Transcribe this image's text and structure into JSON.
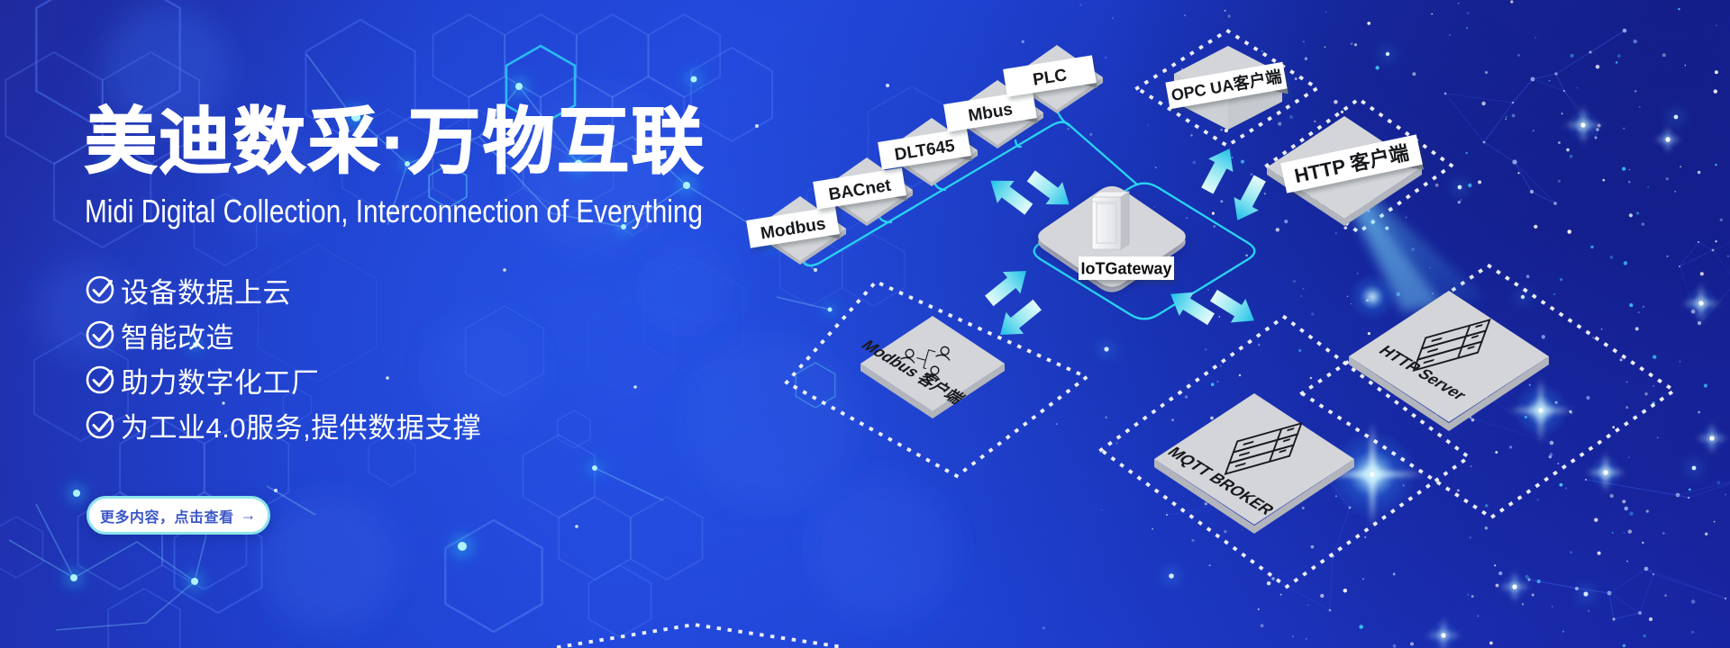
{
  "hero": {
    "title": "美迪数采·万物互联",
    "subtitle": "Midi Digital Collection, Interconnection of Everything",
    "features": [
      {
        "label": "设备数据上云"
      },
      {
        "label": "智能改造"
      },
      {
        "label": "助力数字化工厂"
      },
      {
        "label": "为工业4.0服务,提供数据支撑"
      }
    ],
    "cta": {
      "label": "更多内容，点击查看",
      "arrow": "→"
    }
  },
  "diagram": {
    "gateway": {
      "label": "IoTGateway"
    },
    "devices": [
      {
        "label": "Modbus"
      },
      {
        "label": "BACnet"
      },
      {
        "label": "DLT645"
      },
      {
        "label": "Mbus"
      },
      {
        "label": "PLC"
      }
    ],
    "clients": [
      {
        "label": "OPC UA客户端"
      },
      {
        "label": "HTTP 客户端"
      }
    ],
    "services": [
      {
        "label": "Modbus 客户端"
      },
      {
        "label": "MQTT BROKER"
      },
      {
        "label": "HTTP Server"
      }
    ]
  },
  "colors": {
    "accent_cyan": "#29d4f5",
    "plate_gray": "#d3d5d9",
    "cta_text": "#3c57c8",
    "cta_border": "#8de5e9",
    "bg_bright": "#2145d8",
    "bg_deep": "#0b1366"
  }
}
